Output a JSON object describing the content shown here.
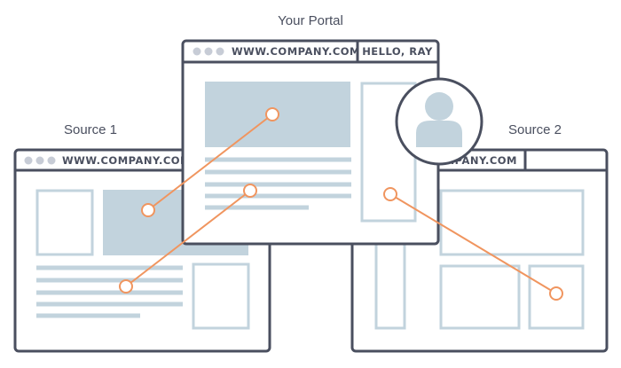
{
  "captions": {
    "portal": "Your Portal",
    "source1": "Source 1",
    "source2": "Source 2"
  },
  "portal_window": {
    "url": "WWW.COMPANY.COM",
    "greeting": "HELLO, RAY"
  },
  "source1_window": {
    "url": "WWW.COMPANY.COM"
  },
  "source2_window": {
    "url": "WWW.COMPANY.COM"
  },
  "colors": {
    "frame": "#4a4f5f",
    "placeholder": "#c2d3dd",
    "connector": "#f0955f",
    "dots": "#c7ccd6"
  },
  "icons": [
    "avatar-icon",
    "window-dots-icon"
  ]
}
